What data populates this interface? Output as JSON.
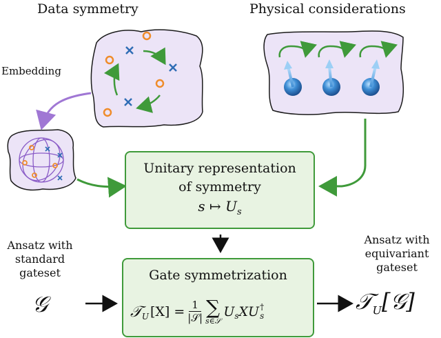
{
  "headings": {
    "data_symmetry": "Data symmetry",
    "physical_considerations": "Physical considerations"
  },
  "embedding_label": "Embedding",
  "unitary_box": {
    "line1": "Unitary representation",
    "line2": "of symmetry",
    "formula": "s ↦ U",
    "formula_sub": "s"
  },
  "gate_box": {
    "title": "Gate symmetrization",
    "formula_lhs": "𝒯",
    "formula_lhs_sub": "U",
    "formula_lhs_arg": "[X] =",
    "frac_num": "1",
    "frac_den": "|𝒮|",
    "sum_symbol": "∑",
    "sum_index": "s∈𝒮",
    "formula_rhs": "U",
    "formula_rhs_sub": "s",
    "formula_rhs_mid": "XU",
    "formula_rhs_sup": "†",
    "formula_rhs_sub2": "s"
  },
  "left_caption": {
    "line1": "Ansatz with",
    "line2": "standard",
    "line3": "gateset",
    "symbol": "𝒢"
  },
  "right_caption": {
    "line1": "Ansatz with",
    "line2": "equivariant",
    "line3": "gateset",
    "symbol": "𝒯",
    "symbol_sub": "U",
    "symbol_arg": "[𝒢]"
  },
  "colors": {
    "blob_fill": "#ece4f7",
    "blob_stroke": "#1a1a1a",
    "purple_arrow": "#a077d4",
    "green": "#3f9a3a",
    "box_fill": "#e8f3e2",
    "orange": "#ef8c2a",
    "blue_cross": "#2f6db5",
    "spin": "#3f8fd6"
  }
}
